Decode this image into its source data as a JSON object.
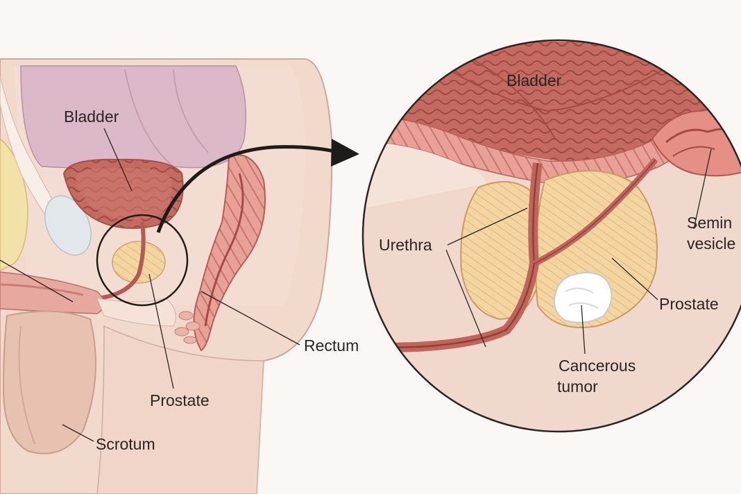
{
  "left_view": {
    "labels": {
      "bladder": "Bladder",
      "prostate": "Prostate",
      "rectum": "Rectum",
      "scrotum": "Scrotum"
    }
  },
  "zoom_view": {
    "labels": {
      "bladder": "Bladder",
      "urethra": "Urethra",
      "seminal_line1": "Semin",
      "seminal_line2": "vesicle",
      "prostate": "Prostate",
      "tumor_line1": "Cancerous",
      "tumor_line2": "tumor"
    }
  },
  "colors": {
    "background": "#fbf7f4",
    "skin": "#f1d9cc",
    "tissue": "#e6a9a1",
    "bladder": "#c9695e",
    "prostate": "#f3d6a4",
    "tumor": "#ffffff",
    "fat": "#f2e2a8"
  }
}
